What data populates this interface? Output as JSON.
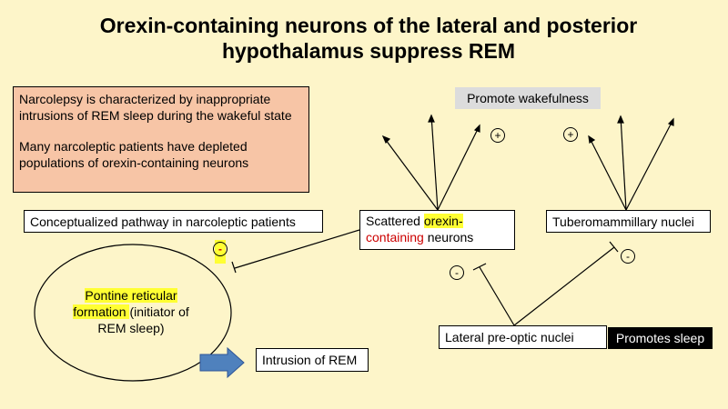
{
  "title": "Orexin-containing neurons of the lateral and posterior hypothalamus suppress REM",
  "info_box": {
    "paragraph1": "Narcolepsy is characterized by inappropriate intrusions of REM sleep during the wakeful state",
    "paragraph2": "Many narcoleptic patients have depleted populations of orexin-containing neurons"
  },
  "promote_wakefulness": "Promote wakefulness",
  "pathway_label": "Conceptualized pathway in narcoleptic patients",
  "orexin_neurons": {
    "prefix": "Scattered ",
    "highlight": "orexin-",
    "red_part": "containing",
    "suffix": " neurons"
  },
  "tuberomammillary": "Tuberomammillary nuclei",
  "pontine": {
    "highlight1": "Pontine reticular",
    "highlight2": "formation ",
    "rest": "(initiator of REM sleep)"
  },
  "intrusion": "Intrusion of REM",
  "preoptic": "Lateral pre-optic nuclei",
  "promotes_sleep": "Promotes sleep",
  "signs": {
    "plus": "+",
    "minus": "-"
  },
  "colors": {
    "background": "#fdf5c9",
    "info_box": "#f7c5a6",
    "highlight": "#ffff33",
    "red_text": "#cc0000",
    "arrow_blue": "#4f81bd"
  }
}
